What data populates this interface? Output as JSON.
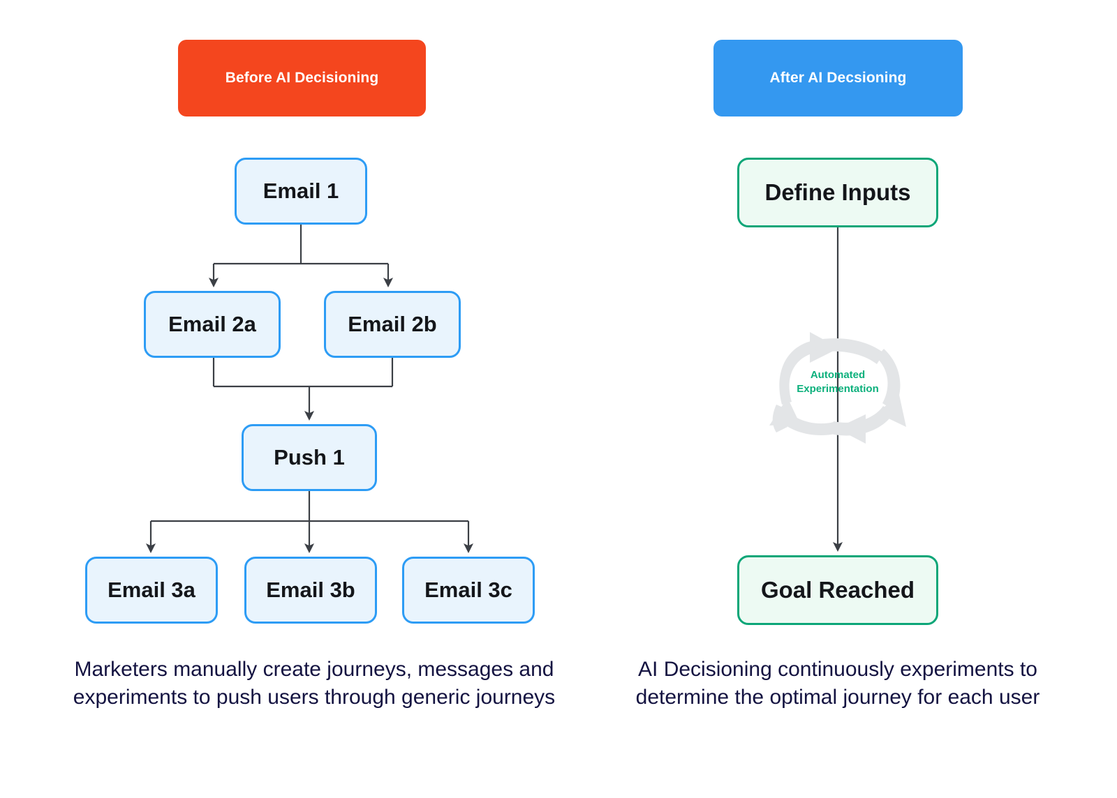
{
  "columns": {
    "before": {
      "header": {
        "label": "Before AI Decisioning",
        "color": "#F4461E"
      },
      "nodes": [
        {
          "id": "email-1",
          "label": "Email 1"
        },
        {
          "id": "email-2a",
          "label": "Email 2a"
        },
        {
          "id": "email-2b",
          "label": "Email 2b"
        },
        {
          "id": "push-1",
          "label": "Push 1"
        },
        {
          "id": "email-3a",
          "label": "Email 3a"
        },
        {
          "id": "email-3b",
          "label": "Email 3b"
        },
        {
          "id": "email-3c",
          "label": "Email 3c"
        }
      ],
      "node_style": {
        "fill": "#E9F4FD",
        "border": "#2D9CF5",
        "text": "#14161A"
      },
      "caption": "Marketers manually create journeys, messages and experiments to push users through generic journeys"
    },
    "after": {
      "header": {
        "label": "After AI Decsioning",
        "color": "#3498F0"
      },
      "nodes": [
        {
          "id": "define-inputs",
          "label": "Define Inputs"
        },
        {
          "id": "goal-reached",
          "label": "Goal Reached"
        }
      ],
      "node_style": {
        "fill": "#EDFAF3",
        "border": "#0CA678",
        "text": "#14161A"
      },
      "cycle": {
        "label_line_1": "Automated",
        "label_line_2": "Experimentation",
        "text_color": "#0CB07C",
        "arrow_color": "#E3E5E7"
      },
      "caption": "AI Decisioning continuously experiments to determine the optimal journey for each user"
    }
  },
  "connector_color": "#3B3F45",
  "background": "#FFFFFF"
}
